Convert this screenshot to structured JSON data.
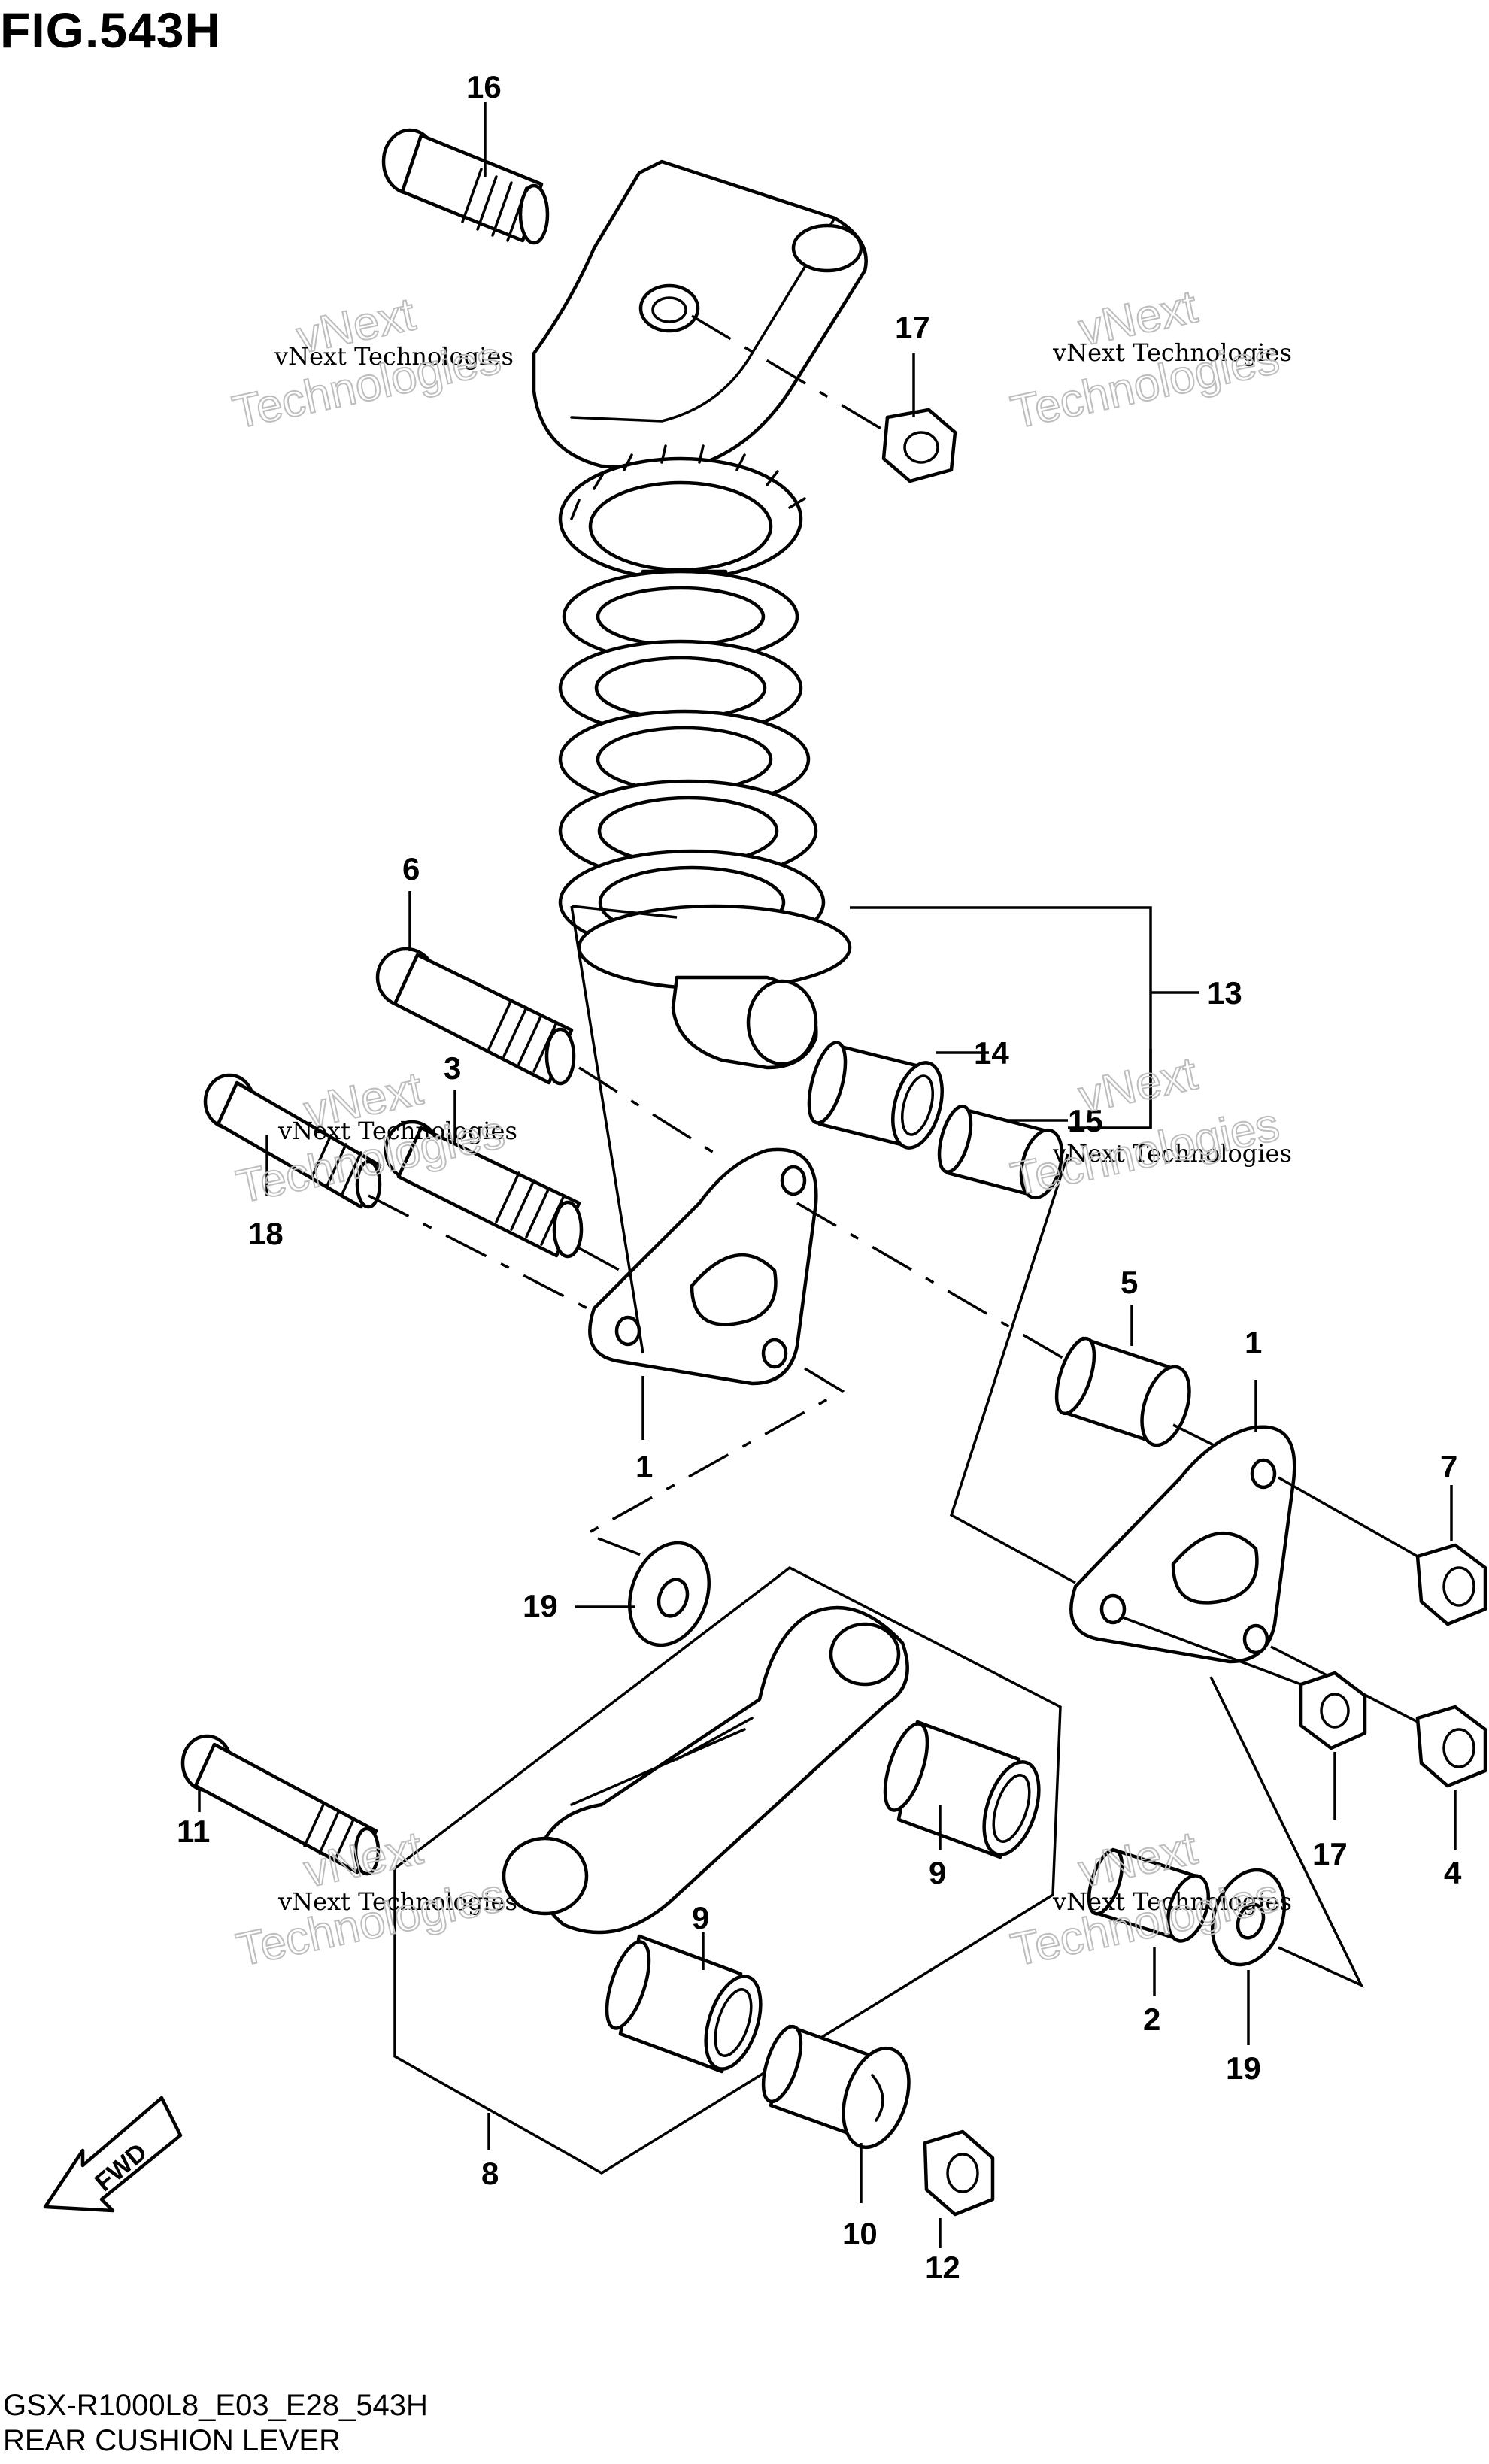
{
  "figure": {
    "title": "FIG.543H",
    "model_code": "GSX-R1000L8_E03_E28_543H",
    "name": "REAR CUSHION LEVER"
  },
  "fwd_label": "FWD",
  "watermark": {
    "line1": "vNext Technologies",
    "line2": "vNext",
    "line3": "Technologies"
  },
  "callouts": [
    "1",
    "1",
    "2",
    "3",
    "4",
    "5",
    "6",
    "7",
    "8",
    "9",
    "9",
    "10",
    "11",
    "12",
    "13",
    "14",
    "15",
    "16",
    "17",
    "17",
    "18",
    "19",
    "19"
  ]
}
